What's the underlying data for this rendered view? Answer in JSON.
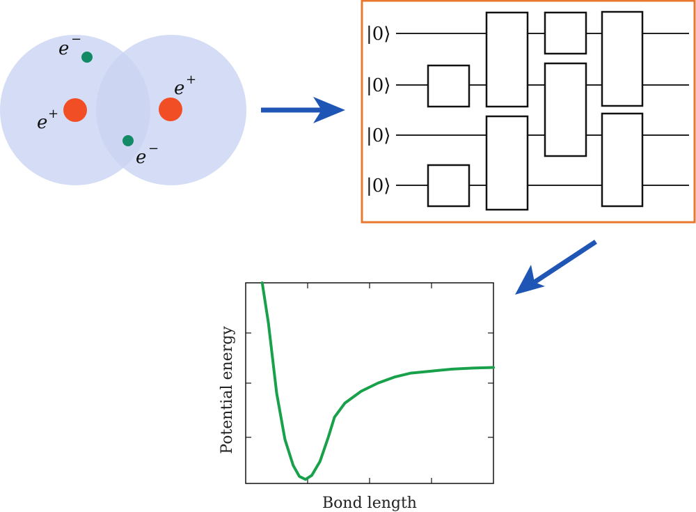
{
  "molecule": {
    "electron_label": "e",
    "electron_charge": "−",
    "nucleus_label": "e",
    "nucleus_charge": "+",
    "cloud_color": "#c9d5f3",
    "nucleus_color": "#f24e25",
    "electron_color": "#138a66"
  },
  "circuit": {
    "qubits": [
      "|0⟩",
      "|0⟩",
      "|0⟩",
      "|0⟩"
    ],
    "frame_color": "#e8782f"
  },
  "arrows": {
    "color": "#1f55b5"
  },
  "chart_data": {
    "type": "line",
    "xlabel": "Bond length",
    "ylabel": "Potential energy",
    "series": [
      {
        "color": "#18a04a",
        "values": [
          [
            0.4,
            1.15
          ],
          [
            0.55,
            0.8
          ],
          [
            0.75,
            0.45
          ],
          [
            0.95,
            0.22
          ],
          [
            1.15,
            0.09
          ],
          [
            1.3,
            0.035
          ],
          [
            1.45,
            0.02
          ],
          [
            1.6,
            0.04
          ],
          [
            1.8,
            0.11
          ],
          [
            2.0,
            0.23
          ],
          [
            2.15,
            0.33
          ],
          [
            2.4,
            0.4
          ],
          [
            2.8,
            0.46
          ],
          [
            3.2,
            0.5
          ],
          [
            3.6,
            0.53
          ],
          [
            4.0,
            0.55
          ],
          [
            4.5,
            0.56
          ],
          [
            5.0,
            0.57
          ],
          [
            5.5,
            0.575
          ],
          [
            6.0,
            0.578
          ]
        ]
      }
    ],
    "xlim": [
      0,
      6
    ],
    "ylim": [
      0,
      1
    ],
    "xticks": [
      1.5,
      3.0,
      4.5
    ],
    "yticks": [
      0.23,
      0.5,
      0.75
    ],
    "grid": false,
    "legend": "none"
  }
}
